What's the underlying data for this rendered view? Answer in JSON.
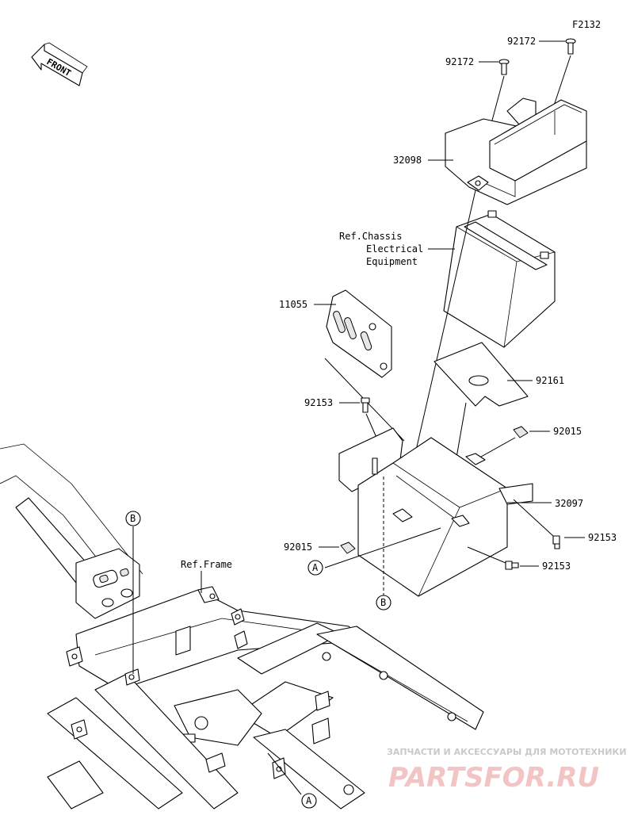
{
  "diagram_code": "F2132",
  "front_label": "FRONT",
  "parts": {
    "bolt_top_right": "92172",
    "bolt_top_left": "92172",
    "battery_cover": "32098",
    "battery_ref_line1": "Ref.Chassis",
    "battery_ref_line2": "Electrical",
    "battery_ref_line3": "Equipment",
    "bracket": "11055",
    "pad": "92161",
    "bolt_upper": "92153",
    "nut_right": "92015",
    "battery_case": "32097",
    "bolt_right": "92153",
    "nut_left": "92015",
    "bolt_bottom": "92153",
    "frame_ref": "Ref.Frame"
  },
  "callouts": {
    "a": "A",
    "b": "B"
  },
  "watermark": {
    "line1": "ЗАПЧАСТИ И АКСЕССУАРЫ ДЛЯ МОТОТЕХНИКИ",
    "line2": "PARTSFOR.RU"
  }
}
